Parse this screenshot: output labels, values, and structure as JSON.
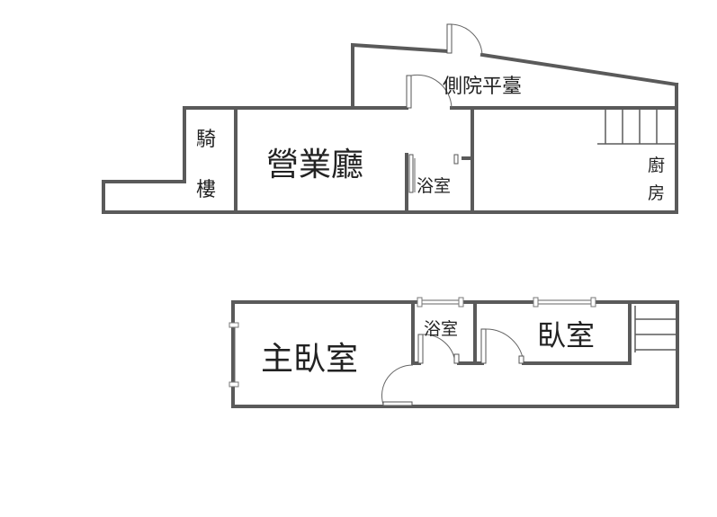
{
  "rooms": {
    "side_terrace": "側院平臺",
    "arcade_1": "騎",
    "arcade_2": "樓",
    "business_hall": "營業廳",
    "bath_upper": "浴室",
    "kitchen_1": "廚",
    "kitchen_2": "房",
    "master_bedroom": "主臥室",
    "bath_lower": "浴室",
    "bedroom": "臥室"
  }
}
